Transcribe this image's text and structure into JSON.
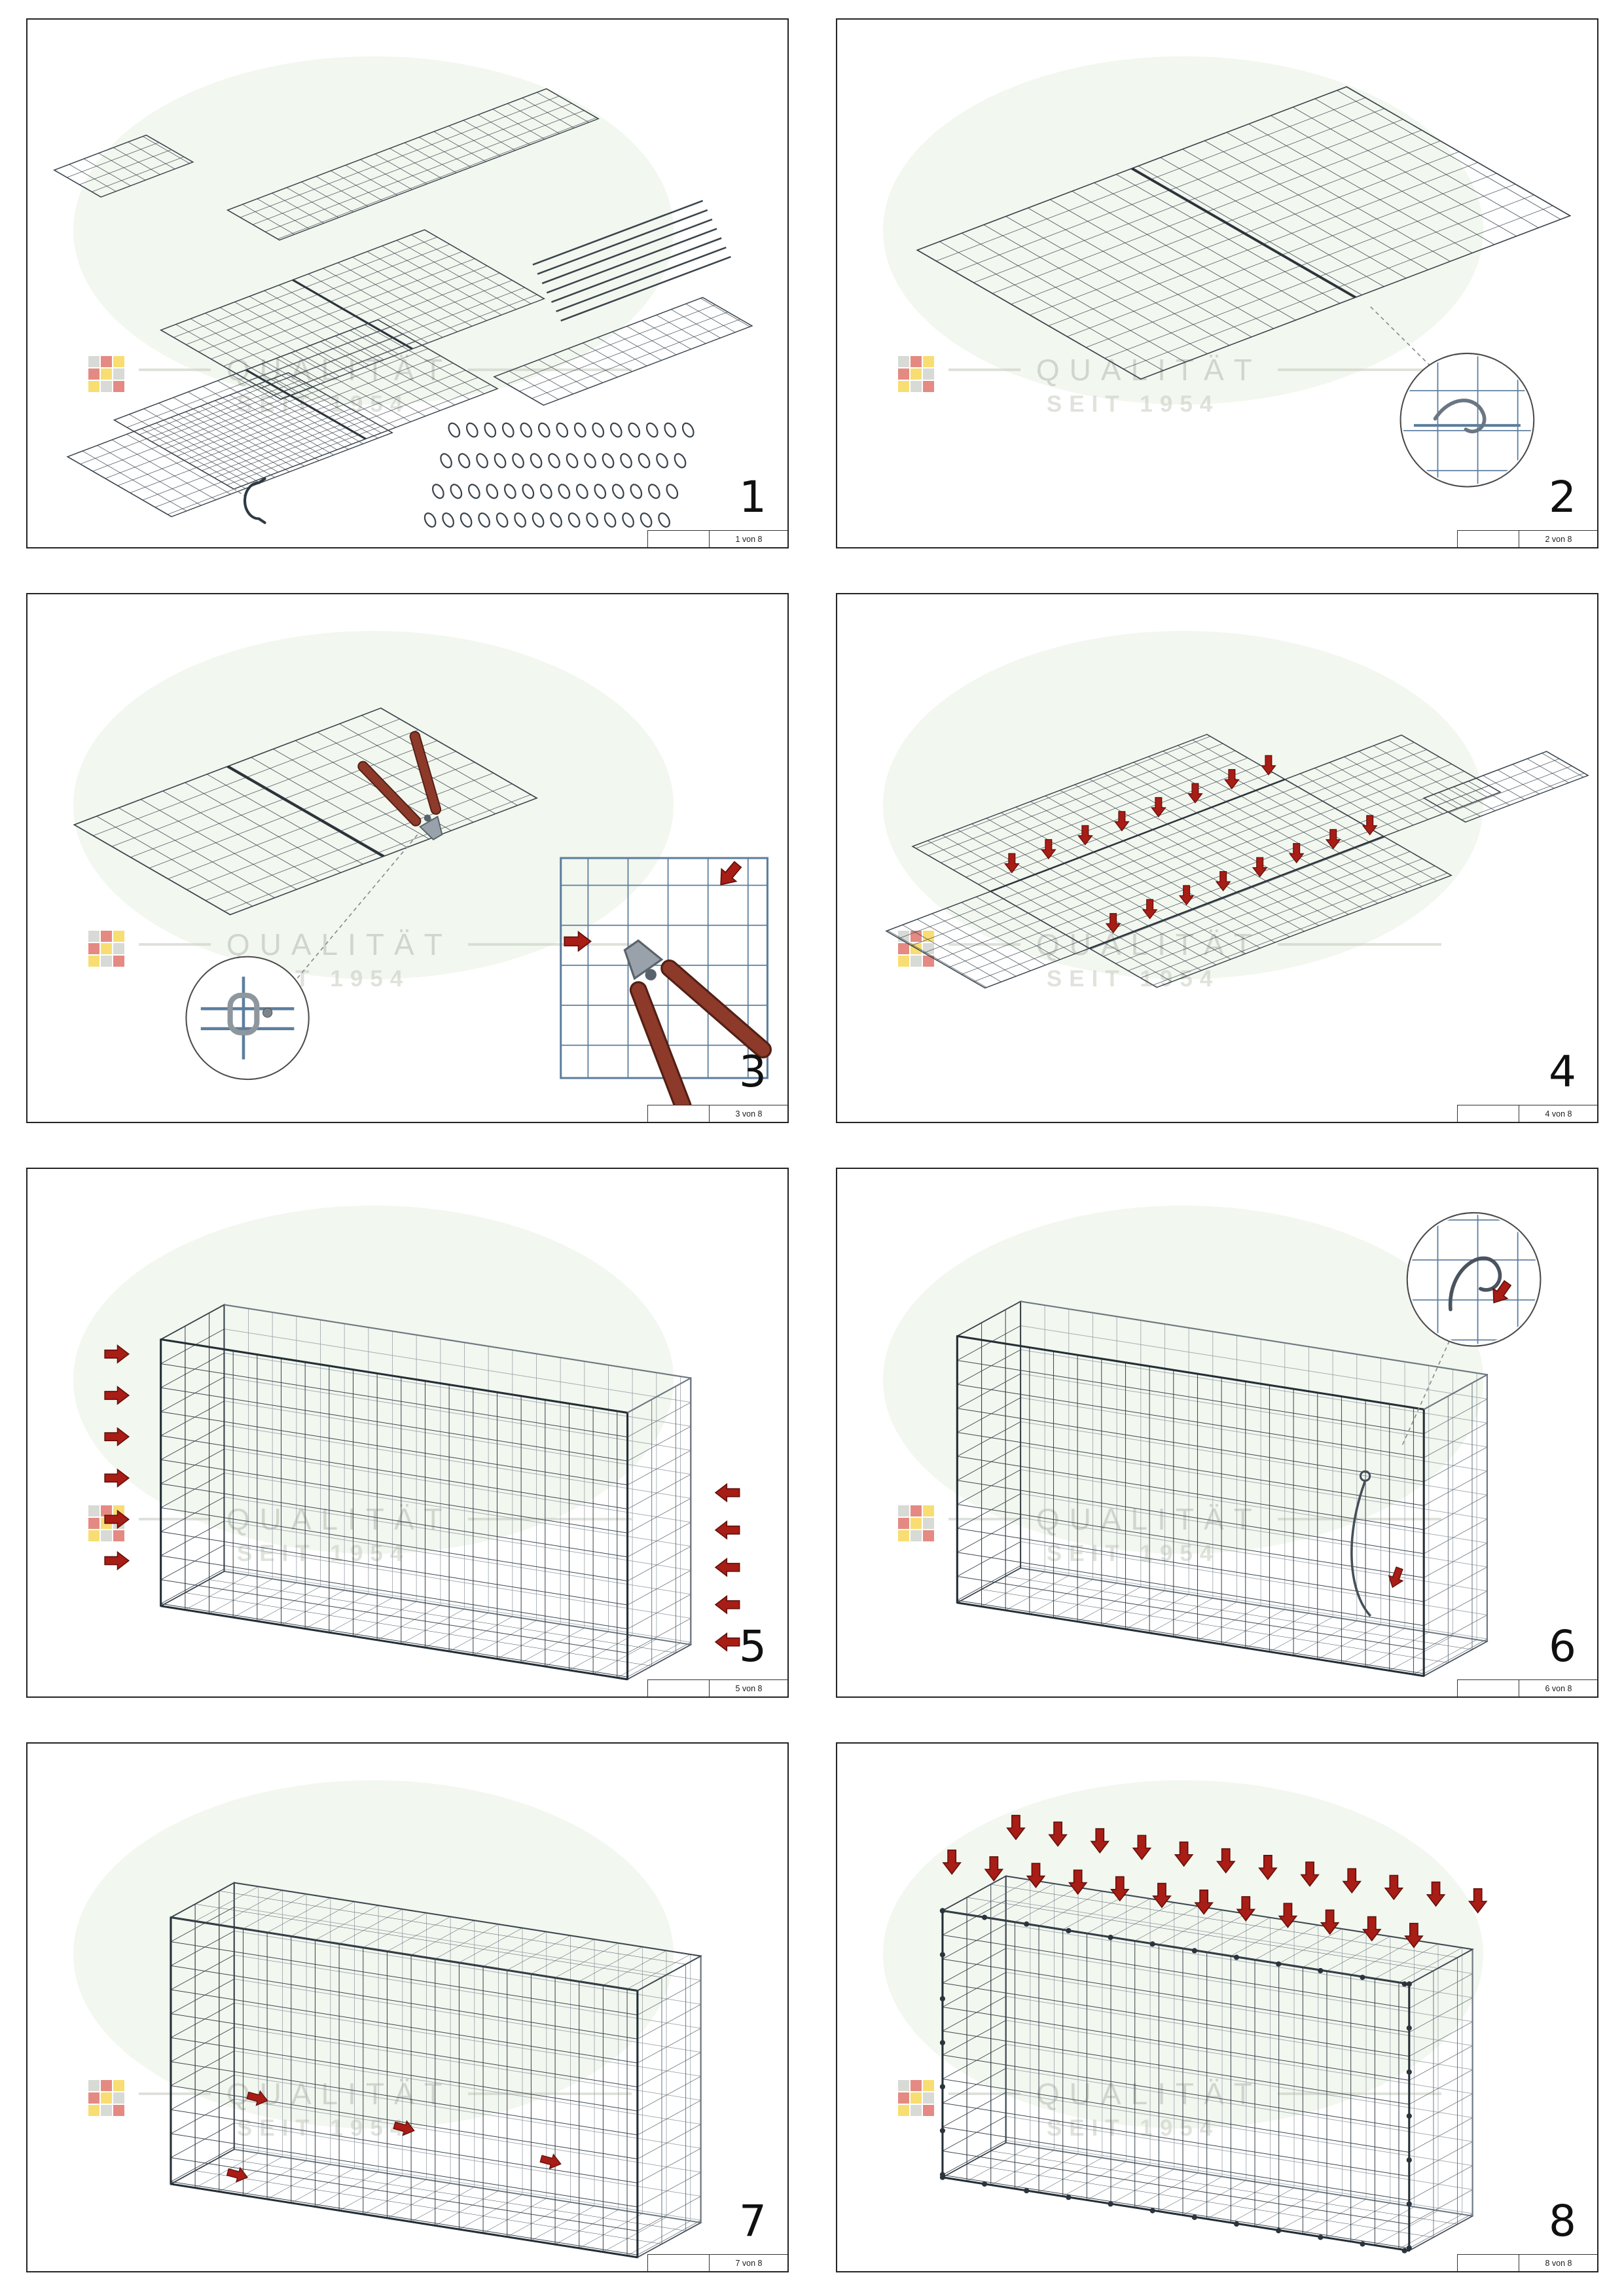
{
  "watermark": {
    "brand_line": "QUALITÄT",
    "since_line": "SEIT 1954"
  },
  "panels": [
    {
      "number": "1",
      "sheet_label": "1 von 8"
    },
    {
      "number": "2",
      "sheet_label": "2 von 8"
    },
    {
      "number": "3",
      "sheet_label": "3 von 8"
    },
    {
      "number": "4",
      "sheet_label": "4 von 8"
    },
    {
      "number": "5",
      "sheet_label": "5 von 8"
    },
    {
      "number": "6",
      "sheet_label": "6 von 8"
    },
    {
      "number": "7",
      "sheet_label": "7 von 8"
    },
    {
      "number": "8",
      "sheet_label": "8 von 8"
    }
  ],
  "colors": {
    "arrow_red": "#a81d15",
    "mesh_dark": "#39434c",
    "mesh_blue": "#5d7e9e",
    "handle_red": "#8d3a2a",
    "watermark_green": "#e9f1e4"
  }
}
